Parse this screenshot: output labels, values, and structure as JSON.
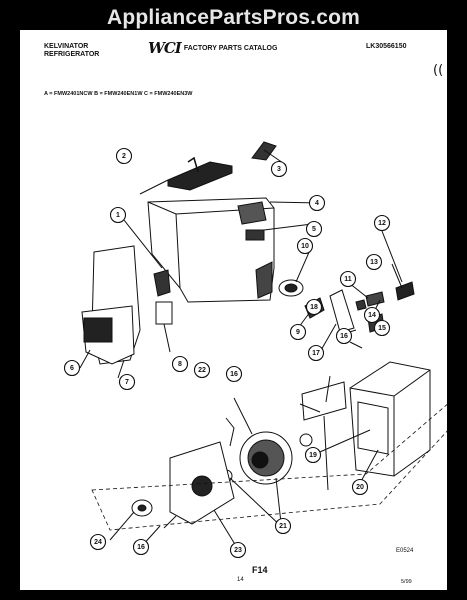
{
  "watermark": "AppliancePartsPros.com",
  "header": {
    "brand_line1": "KELVINATOR",
    "brand_line2": "REFRIGERATOR",
    "logo": "WCI",
    "catalog_title": "FACTORY PARTS CATALOG",
    "catalog_code": "LK30566150"
  },
  "models_line": "A = FMW2401NCW     B = FMW240EN1W     C = FMW240EN3W",
  "callouts": [
    {
      "id": "1",
      "label": "1"
    },
    {
      "id": "2",
      "label": "2"
    },
    {
      "id": "3",
      "label": "3"
    },
    {
      "id": "4",
      "label": "4"
    },
    {
      "id": "5",
      "label": "5"
    },
    {
      "id": "6",
      "label": "6"
    },
    {
      "id": "7",
      "label": "7"
    },
    {
      "id": "8",
      "label": "8"
    },
    {
      "id": "9",
      "label": "9"
    },
    {
      "id": "10",
      "label": "10"
    },
    {
      "id": "11",
      "label": "11"
    },
    {
      "id": "12",
      "label": "12"
    },
    {
      "id": "13",
      "label": "13"
    },
    {
      "id": "14",
      "label": "14"
    },
    {
      "id": "15",
      "label": "15"
    },
    {
      "id": "16a",
      "label": "16"
    },
    {
      "id": "16b",
      "label": "16"
    },
    {
      "id": "16c",
      "label": "16"
    },
    {
      "id": "17",
      "label": "17"
    },
    {
      "id": "18",
      "label": "18"
    },
    {
      "id": "19",
      "label": "19"
    },
    {
      "id": "20",
      "label": "20"
    },
    {
      "id": "21",
      "label": "21"
    },
    {
      "id": "22",
      "label": "22"
    },
    {
      "id": "23",
      "label": "23"
    },
    {
      "id": "24",
      "label": "24"
    }
  ],
  "footer": {
    "diagram_code": "E0524",
    "figure": "F14",
    "page_number": "14",
    "date": "5/99"
  },
  "corner_mark": "(("
}
